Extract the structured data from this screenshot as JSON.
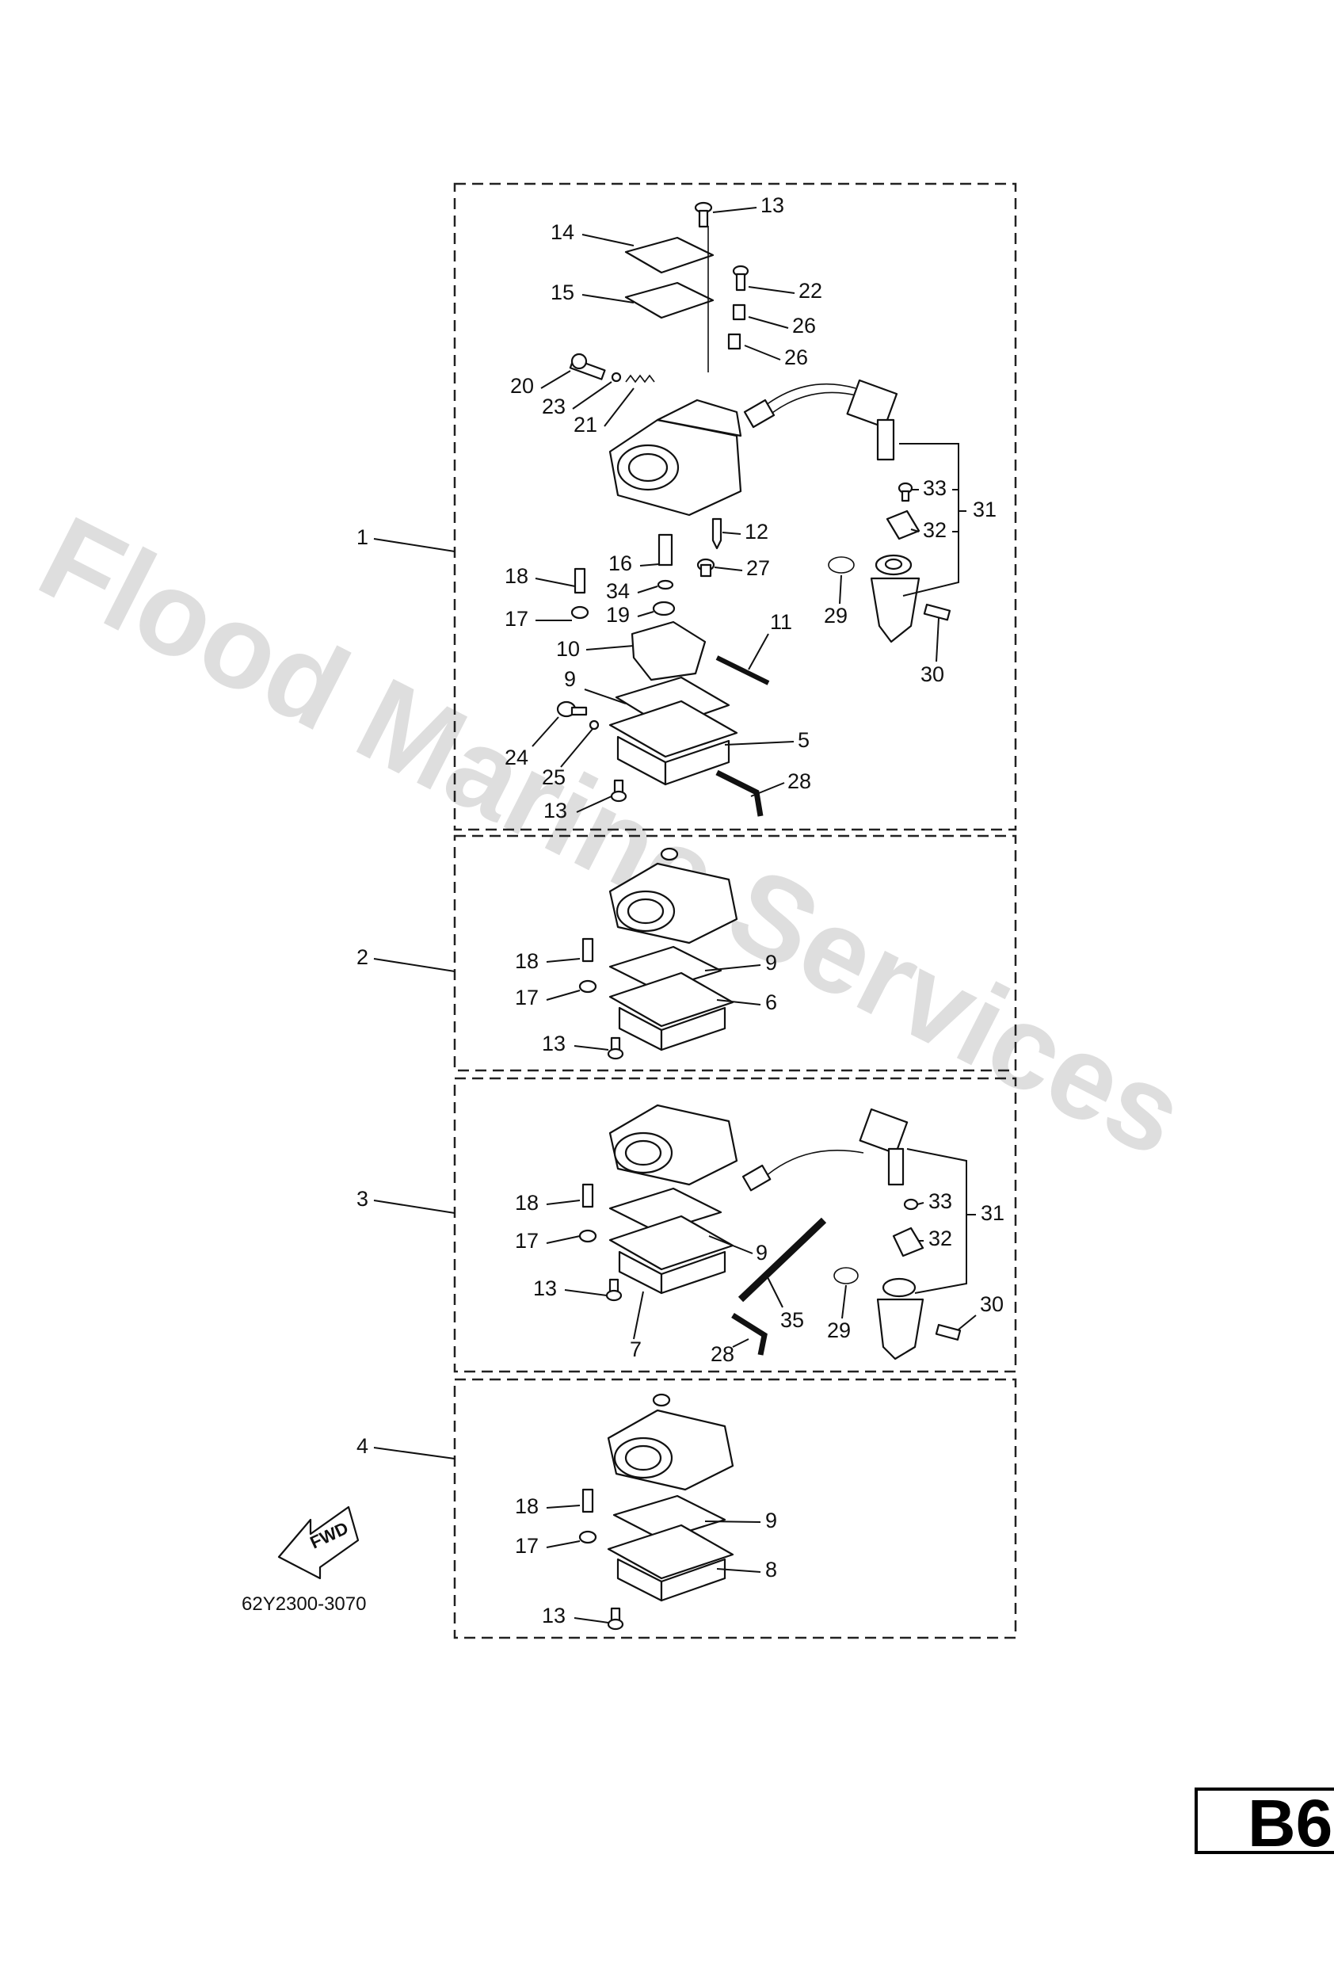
{
  "watermark": "Flood Marine Services",
  "page_label": "B6",
  "diagram_code": "62Y2300-3070",
  "fwd_label": "FWD",
  "assemblies": [
    {
      "id": "1",
      "callouts": [
        "13",
        "14",
        "15",
        "22",
        "26",
        "26",
        "20",
        "23",
        "21",
        "31",
        "33",
        "32",
        "12",
        "16",
        "18",
        "34",
        "27",
        "17",
        "19",
        "29",
        "10",
        "11",
        "30",
        "9",
        "5",
        "24",
        "25",
        "28",
        "13"
      ]
    },
    {
      "id": "2",
      "callouts": [
        "18",
        "9",
        "17",
        "6",
        "13"
      ]
    },
    {
      "id": "3",
      "callouts": [
        "18",
        "33",
        "31",
        "17",
        "32",
        "9",
        "13",
        "35",
        "29",
        "30",
        "7",
        "28"
      ]
    },
    {
      "id": "4",
      "callouts": [
        "18",
        "9",
        "17",
        "8",
        "13"
      ]
    }
  ]
}
